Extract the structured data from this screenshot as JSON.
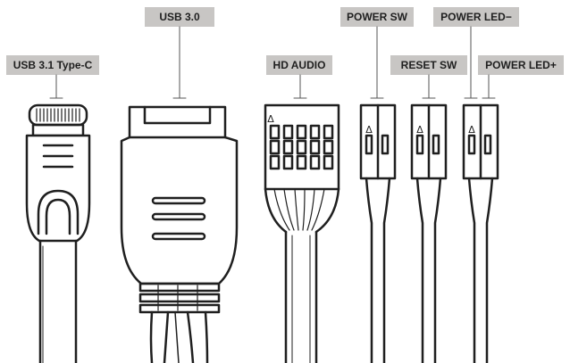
{
  "labels": {
    "usb31": "USB 3.1 Type-C",
    "usb30": "USB 3.0",
    "hd_audio": "HD AUDIO",
    "power_sw": "POWER SW",
    "reset_sw": "RESET SW",
    "power_led_neg": "POWER LED−",
    "power_led_pos": "POWER LED+"
  },
  "pin_marker": "Δ",
  "colors": {
    "label_bg": "#c8c6c4",
    "stroke": "#1f1f1f",
    "background": "#ffffff"
  }
}
